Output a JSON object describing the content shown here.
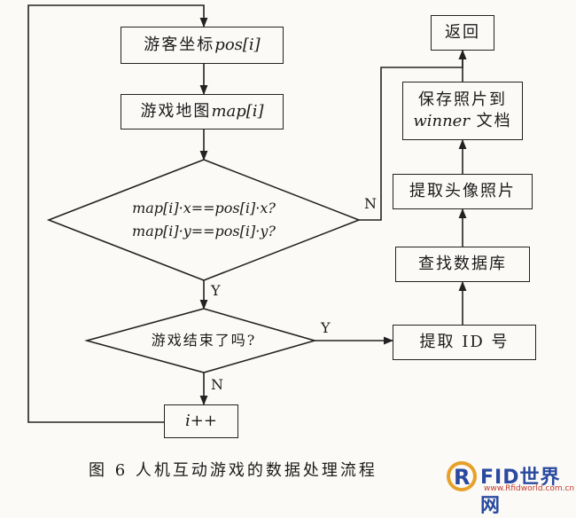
{
  "nodes": {
    "pos": {
      "label": "游客坐标 ",
      "var": "pos[i]"
    },
    "map": {
      "label": "游戏地图 ",
      "var": "map[i]"
    },
    "cond": {
      "line1": "map[i]·x==pos[i]·x?",
      "line2": "map[i]·y==pos[i]·y?"
    },
    "gameover": {
      "label": "游戏结束了吗?"
    },
    "incr": {
      "label": "i++"
    },
    "return": {
      "label": "返回"
    },
    "save": {
      "line1": "保存照片到",
      "line2_var": "winner",
      "line2_text": " 文档"
    },
    "photo": {
      "label": "提取头像照片"
    },
    "db": {
      "label": "查找数据库"
    },
    "id": {
      "label": "提取 ID 号"
    }
  },
  "edges": {
    "cond_n": "N",
    "cond_y": "Y",
    "gameover_y": "Y",
    "gameover_n": "N"
  },
  "caption": "图 6   人机互动游戏的数据处理流程",
  "logo": {
    "main": "FID世界网",
    "mark": "R",
    "sub": "www.Rfidworld.com.cn"
  }
}
